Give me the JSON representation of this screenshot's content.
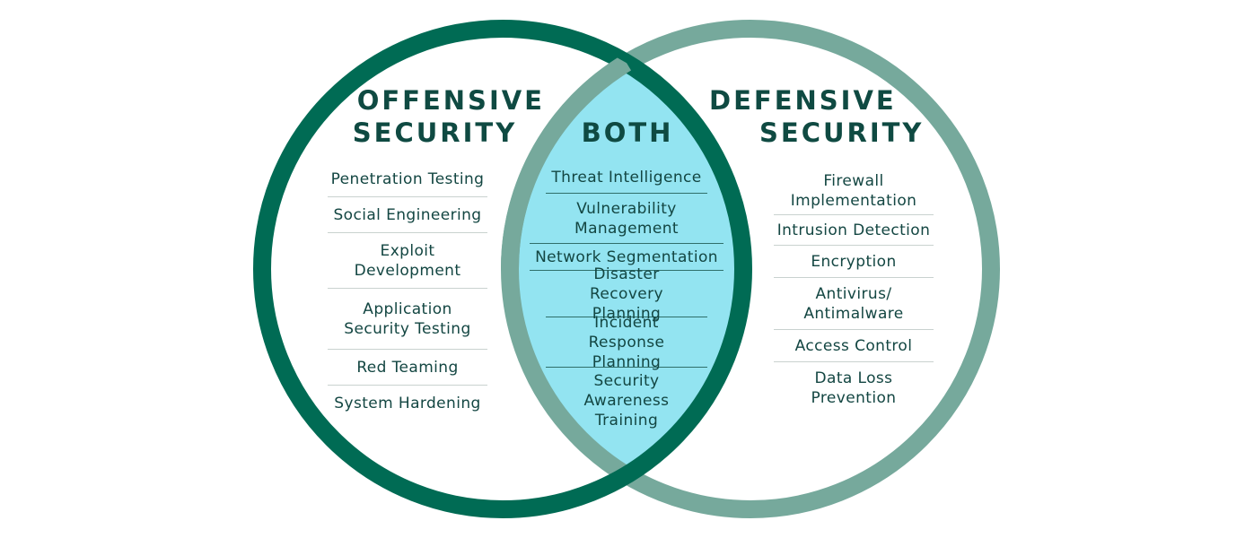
{
  "colors": {
    "left_circle": "#006b54",
    "right_circle": "#76a99c",
    "overlap_fill": "#93e4f1",
    "heading": "#0f4a42",
    "text": "#134642"
  },
  "left": {
    "title_line1": "OFFENSIVE",
    "title_line2": "SECURITY",
    "items": [
      "Penetration Testing",
      "Social Engineering",
      "Exploit Development",
      "Application Security Testing",
      "Red Teaming",
      "System Hardening"
    ]
  },
  "both": {
    "title": "BOTH",
    "items": [
      "Threat Intelligence",
      "Vulnerability Management",
      "Network Segmentation",
      "Disaster Recovery Planning",
      "Incident Response Planning",
      "Security Awareness Training"
    ]
  },
  "right": {
    "title_line1": "DEFENSIVE",
    "title_line2": "SECURITY",
    "items": [
      "Firewall Implementation",
      "Intrusion Detection",
      "Encryption",
      "Antivirus/ Antimalware",
      "Access Control",
      "Data Loss Prevention"
    ]
  }
}
